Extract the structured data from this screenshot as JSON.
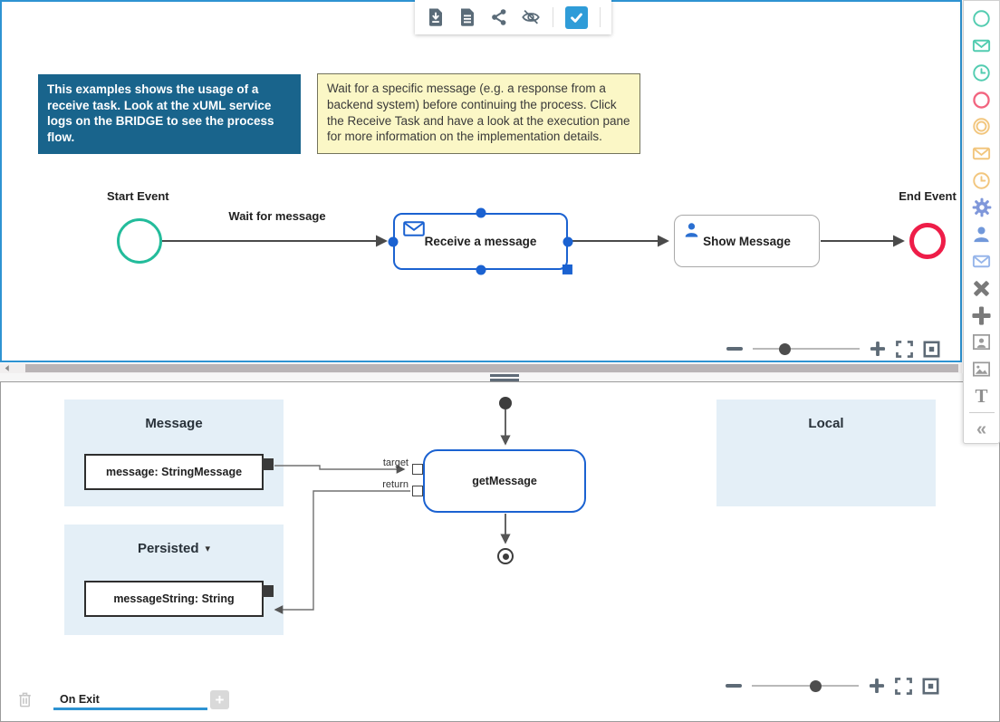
{
  "toolbar": {
    "icons": [
      "export-file-icon",
      "document-icon",
      "share-icon",
      "hide-icon",
      "validate-checkbox"
    ],
    "checkbox_checked": true,
    "accent_color": "#2f9cd8"
  },
  "process": {
    "info_annotation": "This examples shows the usage of a receive task. Look at the xUML service logs on the BRIDGE to see the process flow.",
    "note_annotation": "Wait for a specific message (e.g. a response from a backend system) before continuing the process. Click the Receive Task and have a look at the execution pane for more information on the implementation details.",
    "start_event": {
      "label": "Start Event",
      "color": "#23bc9b"
    },
    "sequence_flow": {
      "label": "Wait for message"
    },
    "receive_task": {
      "label": "Receive a message",
      "selected": true,
      "color": "#1b62d1"
    },
    "user_task": {
      "label": "Show Message"
    },
    "end_event": {
      "label": "End Event",
      "color": "#ee1d48"
    }
  },
  "execution": {
    "message_region": {
      "title": "Message",
      "object": {
        "label": "message: StringMessage"
      }
    },
    "persisted_region": {
      "title": "Persisted",
      "has_dropdown": true,
      "object": {
        "label": "messageString: String"
      }
    },
    "local_region": {
      "title": "Local"
    },
    "action_node": {
      "label": "getMessage",
      "pin_target": "target",
      "pin_return": "return"
    }
  },
  "palette": {
    "items": [
      {
        "name": "start-event-tool",
        "color": "#52ccb0"
      },
      {
        "name": "message-start-event-tool",
        "color": "#52ccb0"
      },
      {
        "name": "timer-start-event-tool",
        "color": "#52ccb0"
      },
      {
        "name": "end-event-tool",
        "color": "#f2647f"
      },
      {
        "name": "intermediate-event-tool",
        "color": "#f2c67e"
      },
      {
        "name": "message-intermediate-event-tool",
        "color": "#f2c67e"
      },
      {
        "name": "timer-intermediate-event-tool",
        "color": "#f2c67e"
      },
      {
        "name": "service-task-tool",
        "color": "#7f97da"
      },
      {
        "name": "user-task-tool",
        "color": "#7198da"
      },
      {
        "name": "receive-task-tool",
        "color": "#97b6ea"
      },
      {
        "name": "exclusive-gateway-tool",
        "color": "#7a7a7a"
      },
      {
        "name": "parallel-gateway-tool",
        "color": "#7a7a7a"
      },
      {
        "name": "participant-tool",
        "color": "#9a9a9a"
      },
      {
        "name": "image-tool",
        "color": "#9a9a9a"
      },
      {
        "name": "text-annotation-tool",
        "color": "#8f8f8f"
      },
      {
        "name": "collapse-palette",
        "color": "#9e9e9e"
      }
    ],
    "text_tool_glyph": "T",
    "collapse_glyph": "«"
  },
  "zoom": {
    "top_slider_pct": 30,
    "bottom_slider_pct": 60
  },
  "footer_tabs": {
    "active_tab": "On Exit"
  }
}
